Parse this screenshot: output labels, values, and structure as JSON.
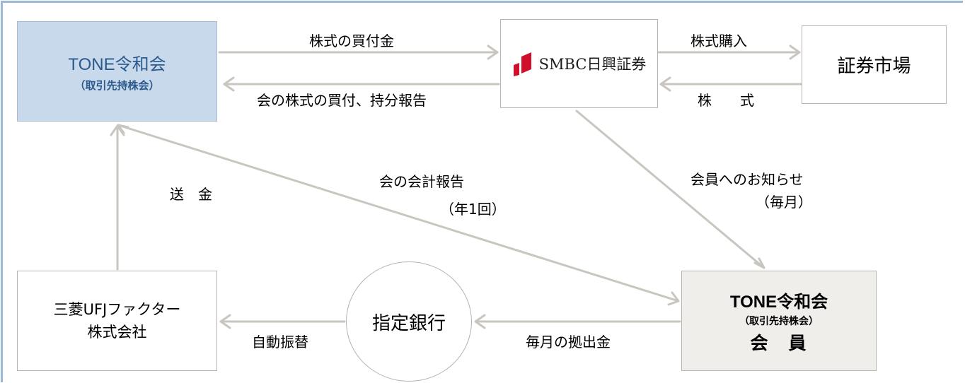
{
  "nodes": {
    "tone_top": {
      "title": "TONE令和会",
      "subtitle": "（取引先持株会）"
    },
    "smbc": {
      "name": "SMBC日興証券"
    },
    "market": {
      "name": "証券市場"
    },
    "ufj": {
      "line1": "三菱UFJファクター",
      "line2": "株式会社"
    },
    "bank": {
      "name": "指定銀行"
    },
    "member": {
      "title": "TONE令和会",
      "subtitle": "（取引先持株会）",
      "role": "会　員"
    }
  },
  "edges": {
    "purchase_money": "株式の買付金",
    "report_purchase": "会の株式の買付、持分報告",
    "stock_purchase": "株式購入",
    "stock": "株　　式",
    "remittance": "送　金",
    "accounting_report": "会の会計報告",
    "accounting_freq": "（年1回）",
    "member_notice": "会員へのお知らせ",
    "member_notice_freq": "（毎月）",
    "auto_transfer": "自動振替",
    "monthly_contribution": "毎月の拠出金"
  },
  "colors": {
    "frame": "#9cb8d8",
    "tone_box_fill": "#c9d9ec",
    "member_box_fill": "#f0eeeb",
    "arrow": "#c8c6be",
    "tone_text": "#2a5a8c",
    "smbc_logo_red": "#d0102a"
  }
}
